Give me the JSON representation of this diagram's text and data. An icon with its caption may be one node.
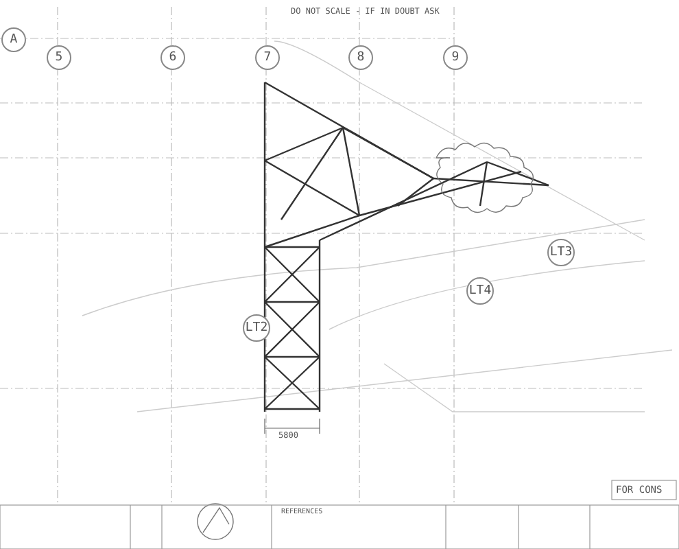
{
  "diagram": {
    "title": "DO NOT SCALE - IF IN DOUBT ASK",
    "labels": [
      "A",
      "5",
      "6",
      "7",
      "8",
      "9",
      "LT2",
      "LT3",
      "LT4",
      "5800",
      "REFERENCES",
      "FOR CONS"
    ]
  }
}
